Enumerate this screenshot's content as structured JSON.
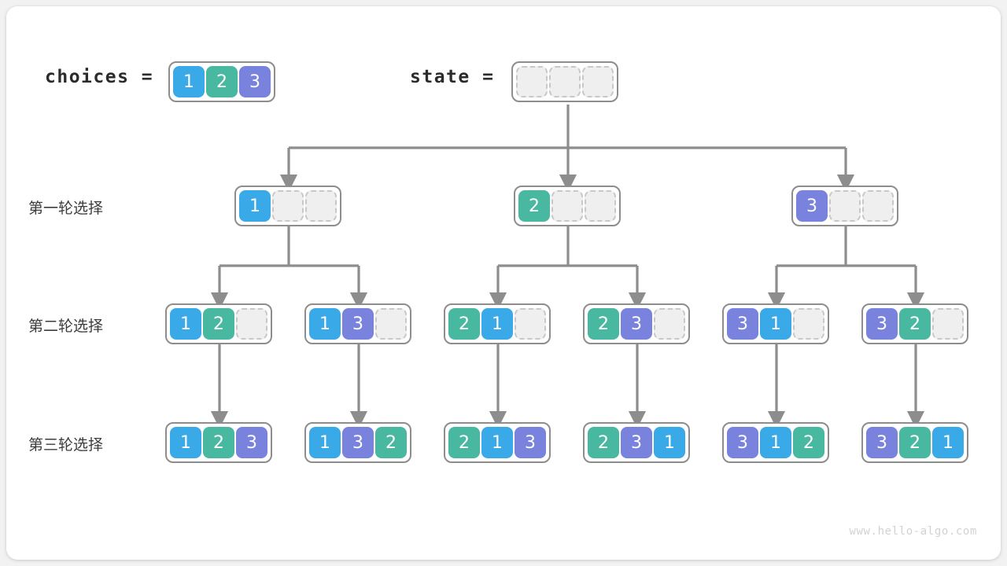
{
  "page": {
    "watermark": "www.hello-algo.com",
    "background_color": "#f2f2f2",
    "card_color": "#ffffff"
  },
  "palette": {
    "value_1": "#39a9e8",
    "value_2": "#49b8a0",
    "value_3": "#7983de",
    "empty_fill": "#efefef",
    "empty_border": "#c8c8c8",
    "group_border": "#8d8d8d",
    "connector": "#8d8d8d",
    "label_text": "#3c3c3c",
    "mono_text": "#2b2b2b"
  },
  "header": {
    "choices_label": "choices  =",
    "choices_values": [
      "1",
      "2",
      "3"
    ],
    "state_label": "state  =",
    "state_values": [
      "",
      "",
      ""
    ]
  },
  "rows": [
    {
      "label": "第一轮选择",
      "groups": [
        {
          "cells": [
            "1",
            "",
            ""
          ]
        },
        {
          "cells": [
            "2",
            "",
            ""
          ]
        },
        {
          "cells": [
            "3",
            "",
            ""
          ]
        }
      ]
    },
    {
      "label": "第二轮选择",
      "groups": [
        {
          "cells": [
            "1",
            "2",
            ""
          ]
        },
        {
          "cells": [
            "1",
            "3",
            ""
          ]
        },
        {
          "cells": [
            "2",
            "1",
            ""
          ]
        },
        {
          "cells": [
            "2",
            "3",
            ""
          ]
        },
        {
          "cells": [
            "3",
            "1",
            ""
          ]
        },
        {
          "cells": [
            "3",
            "2",
            ""
          ]
        }
      ]
    },
    {
      "label": "第三轮选择",
      "groups": [
        {
          "cells": [
            "1",
            "2",
            "3"
          ]
        },
        {
          "cells": [
            "1",
            "3",
            "2"
          ]
        },
        {
          "cells": [
            "2",
            "1",
            "3"
          ]
        },
        {
          "cells": [
            "2",
            "3",
            "1"
          ]
        },
        {
          "cells": [
            "3",
            "1",
            "2"
          ]
        },
        {
          "cells": [
            "3",
            "2",
            "1"
          ]
        }
      ]
    }
  ]
}
